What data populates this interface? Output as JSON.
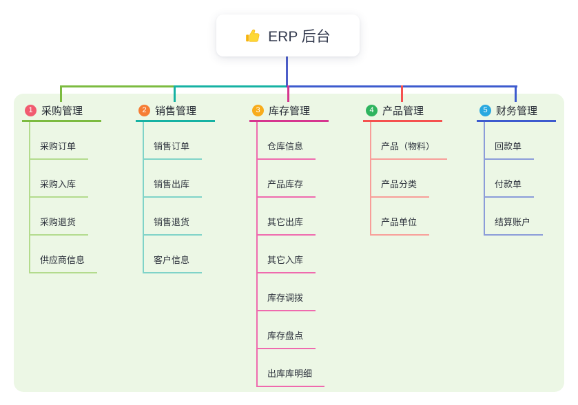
{
  "root": {
    "title": "ERP 后台",
    "icon": "thumbs-up-icon"
  },
  "panel": {
    "bg": "#ecf7e5"
  },
  "connector": {
    "stem_color": "#4d5ec9"
  },
  "branches": [
    {
      "badge": "1",
      "title": "采购管理",
      "color": "#7cbb40",
      "light_color": "#b3db8d",
      "badge_color": "#f15b70",
      "children": [
        "采购订单",
        "采购入库",
        "采购退货",
        "供应商信息"
      ]
    },
    {
      "badge": "2",
      "title": "销售管理",
      "color": "#16b2a3",
      "light_color": "#7fd3c8",
      "badge_color": "#f67d35",
      "children": [
        "销售订单",
        "销售出库",
        "销售退货",
        "客户信息"
      ]
    },
    {
      "badge": "3",
      "title": "库存管理",
      "color": "#d6368f",
      "light_color": "#ef6aae",
      "badge_color": "#f8ac1c",
      "children": [
        "仓库信息",
        "产品库存",
        "其它出库",
        "其它入库",
        "库存调拨",
        "库存盘点",
        "出库库明细"
      ]
    },
    {
      "badge": "4",
      "title": "产品管理",
      "color": "#f5514f",
      "light_color": "#f89e99",
      "badge_color": "#2fb45f",
      "children": [
        "产品（物料）",
        "产品分类",
        "产品单位"
      ]
    },
    {
      "badge": "5",
      "title": "财务管理",
      "color": "#3d5bce",
      "light_color": "#8b9cd9",
      "badge_color": "#29a8e0",
      "children": [
        "回款单",
        "付款单",
        "结算账户"
      ]
    }
  ]
}
